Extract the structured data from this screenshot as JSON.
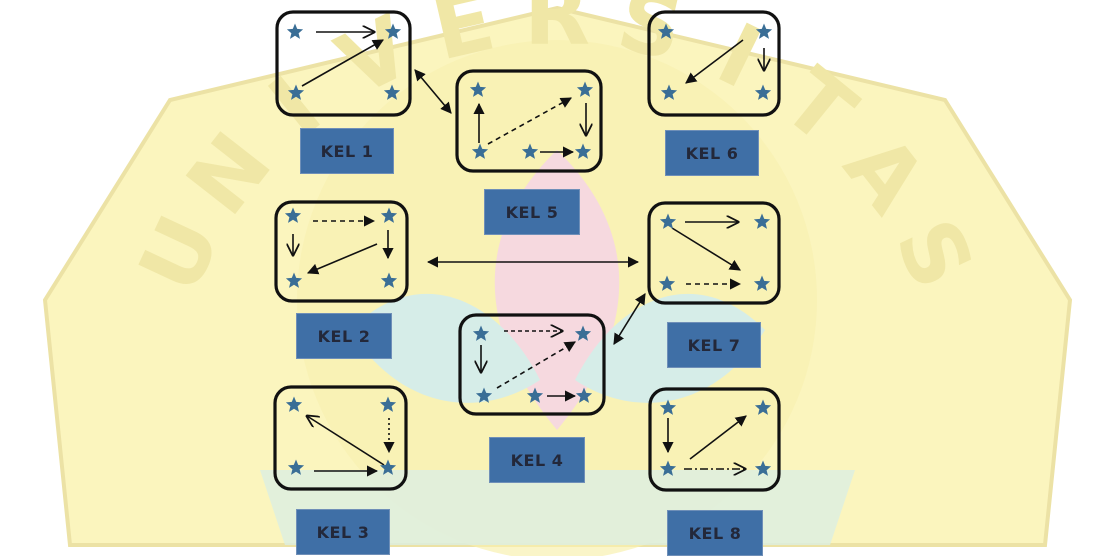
{
  "groups": [
    {
      "id": "kel1",
      "label": "KEL 1"
    },
    {
      "id": "kel2",
      "label": "KEL 2"
    },
    {
      "id": "kel3",
      "label": "KEL 3"
    },
    {
      "id": "kel4",
      "label": "KEL 4"
    },
    {
      "id": "kel5",
      "label": "KEL 5"
    },
    {
      "id": "kel6",
      "label": "KEL 6"
    },
    {
      "id": "kel7",
      "label": "KEL 7"
    },
    {
      "id": "kel8",
      "label": "KEL 8"
    }
  ],
  "watermark": {
    "text": "UNIVERSITAS"
  },
  "colors": {
    "star": "#3a6e96",
    "label_bg": "#3f6fa6",
    "label_text": "#23283a",
    "box_border": "#111111",
    "arrow": "#111111",
    "watermark_yellow": "#fbf4b8",
    "watermark_pink": "#f6d5dc",
    "watermark_teal": "#d2ece6"
  }
}
